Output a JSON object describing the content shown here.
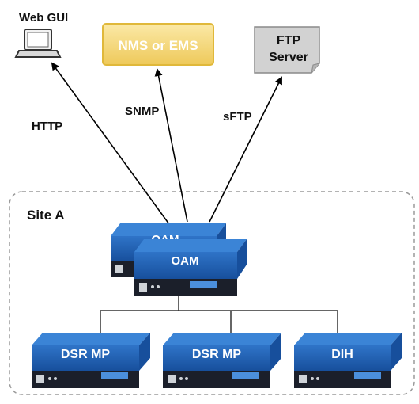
{
  "endpoints": {
    "web_gui": "Web GUI",
    "nms_ems": "NMS or EMS",
    "ftp_line1": "FTP",
    "ftp_line2": "Server"
  },
  "protocols": {
    "http": "HTTP",
    "snmp": "SNMP",
    "sftp": "sFTP"
  },
  "site": {
    "label": "Site A"
  },
  "servers": {
    "oam_back": "OAM",
    "oam_front": "OAM",
    "dsr_mp_1": "DSR MP",
    "dsr_mp_2": "DSR MP",
    "dih": "DIH"
  },
  "colors": {
    "server_face": "#1e5fb4",
    "server_top": "#3b84d6",
    "server_base": "#1b1f2a",
    "nms_fill": "#f6dd86",
    "nms_border": "#e0b83a",
    "ftp_fill": "#d2d2d2",
    "site_border": "#9a9a9a"
  }
}
